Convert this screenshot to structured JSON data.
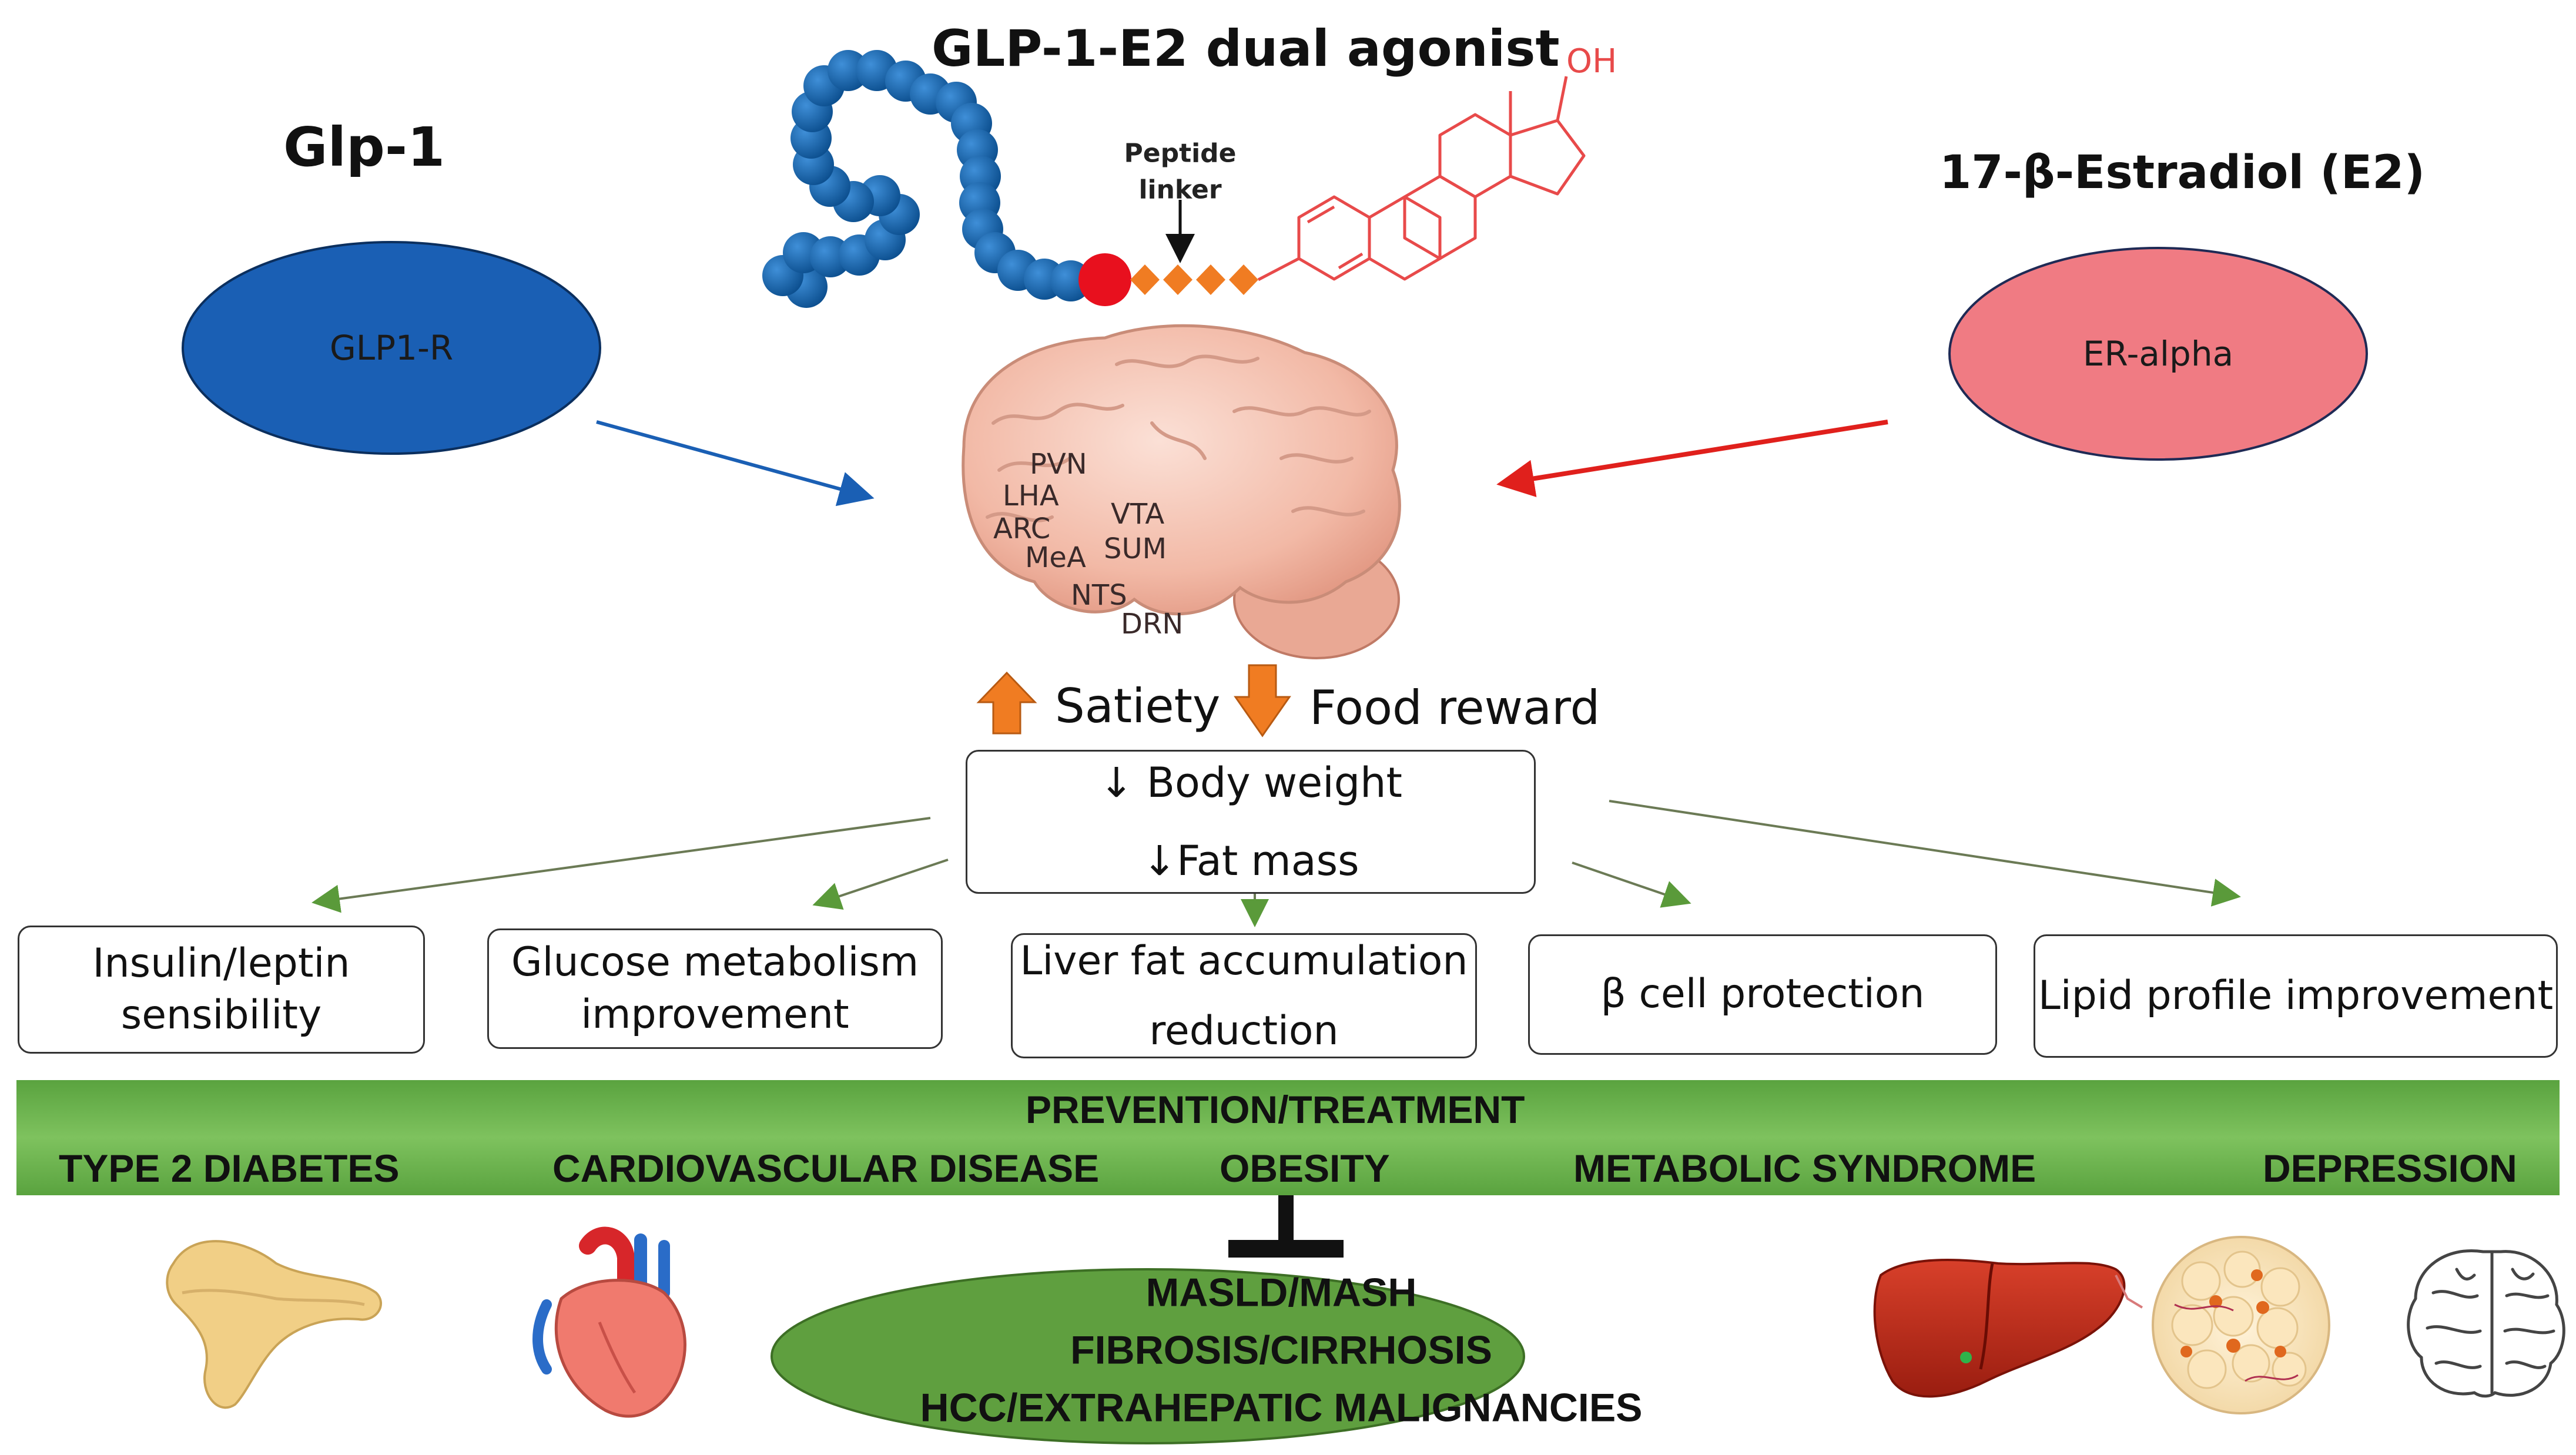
{
  "titles": {
    "main": "GLP-1-E2 dual agonist",
    "left": "Glp-1",
    "right": "17-β-Estradiol (E2)"
  },
  "molecule": {
    "linker_label": "Peptide\nlinker",
    "hydroxyl": "OH"
  },
  "receptors": {
    "left": "GLP1-R",
    "right": "ER-alpha"
  },
  "brain_regions": [
    "PVN",
    "LHA",
    "ARC",
    "VTA",
    "MeA",
    "SUM",
    "NTS",
    "DRN"
  ],
  "effects": {
    "up": "Satiety",
    "down": "Food reward"
  },
  "outcome": {
    "line1": "↓ Body weight",
    "line2": "↓Fat mass"
  },
  "benefits": [
    "Insulin/leptin\nsensibility",
    "Glucose metabolism\nimprovement",
    "Liver fat accumulation\nreduction",
    "β cell protection",
    "Lipid profile improvement"
  ],
  "band": {
    "heading": "PREVENTION/TREATMENT",
    "diseases": [
      "TYPE 2 DIABETES",
      "CARDIOVASCULAR DISEASE",
      "OBESITY",
      "METABOLIC SYNDROME",
      "DEPRESSION"
    ]
  },
  "liver_outcomes": [
    "MASLD/MASH",
    "FIBROSIS/CIRRHOSIS",
    "HCC/EXTRAHEPATIC MALIGNANCIES"
  ],
  "icons": [
    "pancreas-icon",
    "heart-icon",
    "liver-icon",
    "adipose-tissue-icon",
    "brain-outline-icon"
  ],
  "colors": {
    "glp1_blue": "#1a5fb4",
    "estradiol_red": "#e84a4a",
    "receptor_red_fill": "#f07b83",
    "band_green": "#6bb34a",
    "arrow_orange": "#f07c22"
  }
}
